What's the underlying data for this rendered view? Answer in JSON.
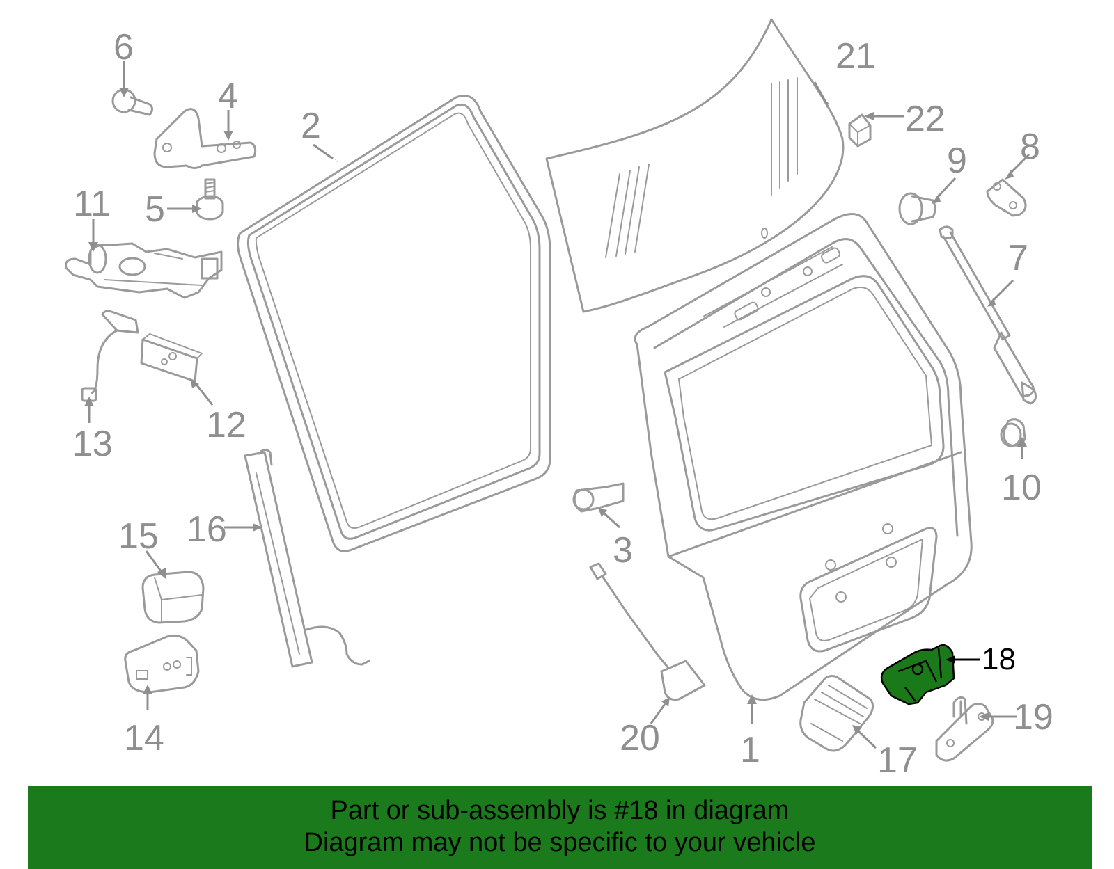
{
  "diagram": {
    "callouts": {
      "c1": "1",
      "c2": "2",
      "c3": "3",
      "c4": "4",
      "c5": "5",
      "c6": "6",
      "c7": "7",
      "c8": "8",
      "c9": "9",
      "c10": "10",
      "c11": "11",
      "c12": "12",
      "c13": "13",
      "c14": "14",
      "c15": "15",
      "c16": "16",
      "c17": "17",
      "c18": "18",
      "c19": "19",
      "c20": "20",
      "c21": "21",
      "c22": "22"
    },
    "highlighted_part": "18",
    "colors": {
      "line_gray": "#9a9a9a",
      "highlight_green": "#1a7a1a",
      "banner_green": "#1b7a1b"
    }
  },
  "banner": {
    "line1": "Part or sub-assembly is #18 in diagram",
    "line2": "Diagram may not be specific to your vehicle"
  }
}
